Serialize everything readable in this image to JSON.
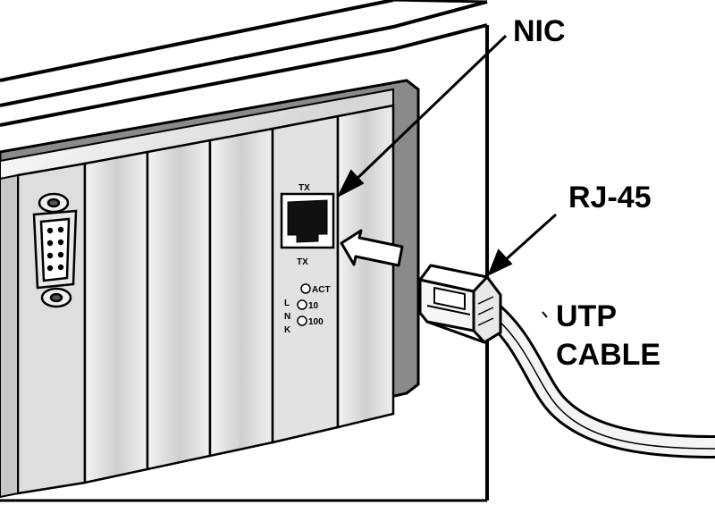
{
  "labels": {
    "nic": "NIC",
    "rj45": "RJ-45",
    "utp_line1": "UTP",
    "utp_line2": "CABLE"
  },
  "port_labels": {
    "tx_top": "TX",
    "tx_bottom": "TX"
  },
  "leds": {
    "prefix": [
      "L",
      "N",
      "K"
    ],
    "items": [
      "ACT",
      "10",
      "100"
    ]
  },
  "colors": {
    "ink": "#000000",
    "card_shadow": "#8a8a8a",
    "card_light": "#e8e8e8",
    "panel_bg": "#ffffff"
  }
}
